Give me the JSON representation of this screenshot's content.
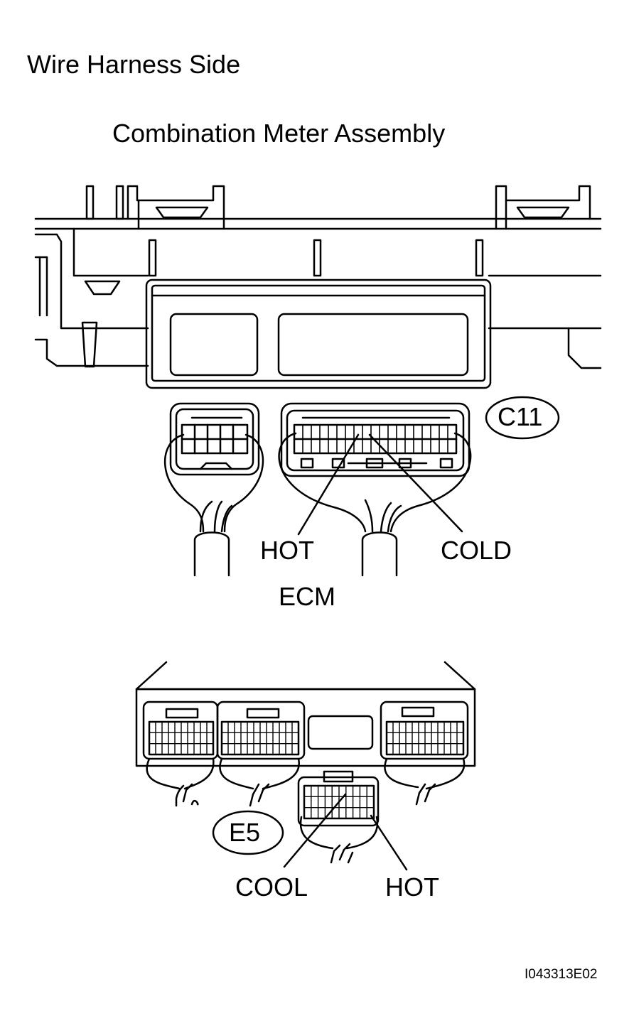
{
  "labels": {
    "harness_side": "Wire Harness Side",
    "meter_assembly": "Combination Meter Assembly",
    "connector_meter": "C11",
    "hot_meter": "HOT",
    "cold_meter": "COLD",
    "ecm": "ECM",
    "connector_ecm": "E5",
    "cool_ecm": "COOL",
    "hot_ecm": "HOT",
    "figure_code": "I043313E02"
  },
  "colors": {
    "line": "#000000",
    "background": "#ffffff"
  }
}
